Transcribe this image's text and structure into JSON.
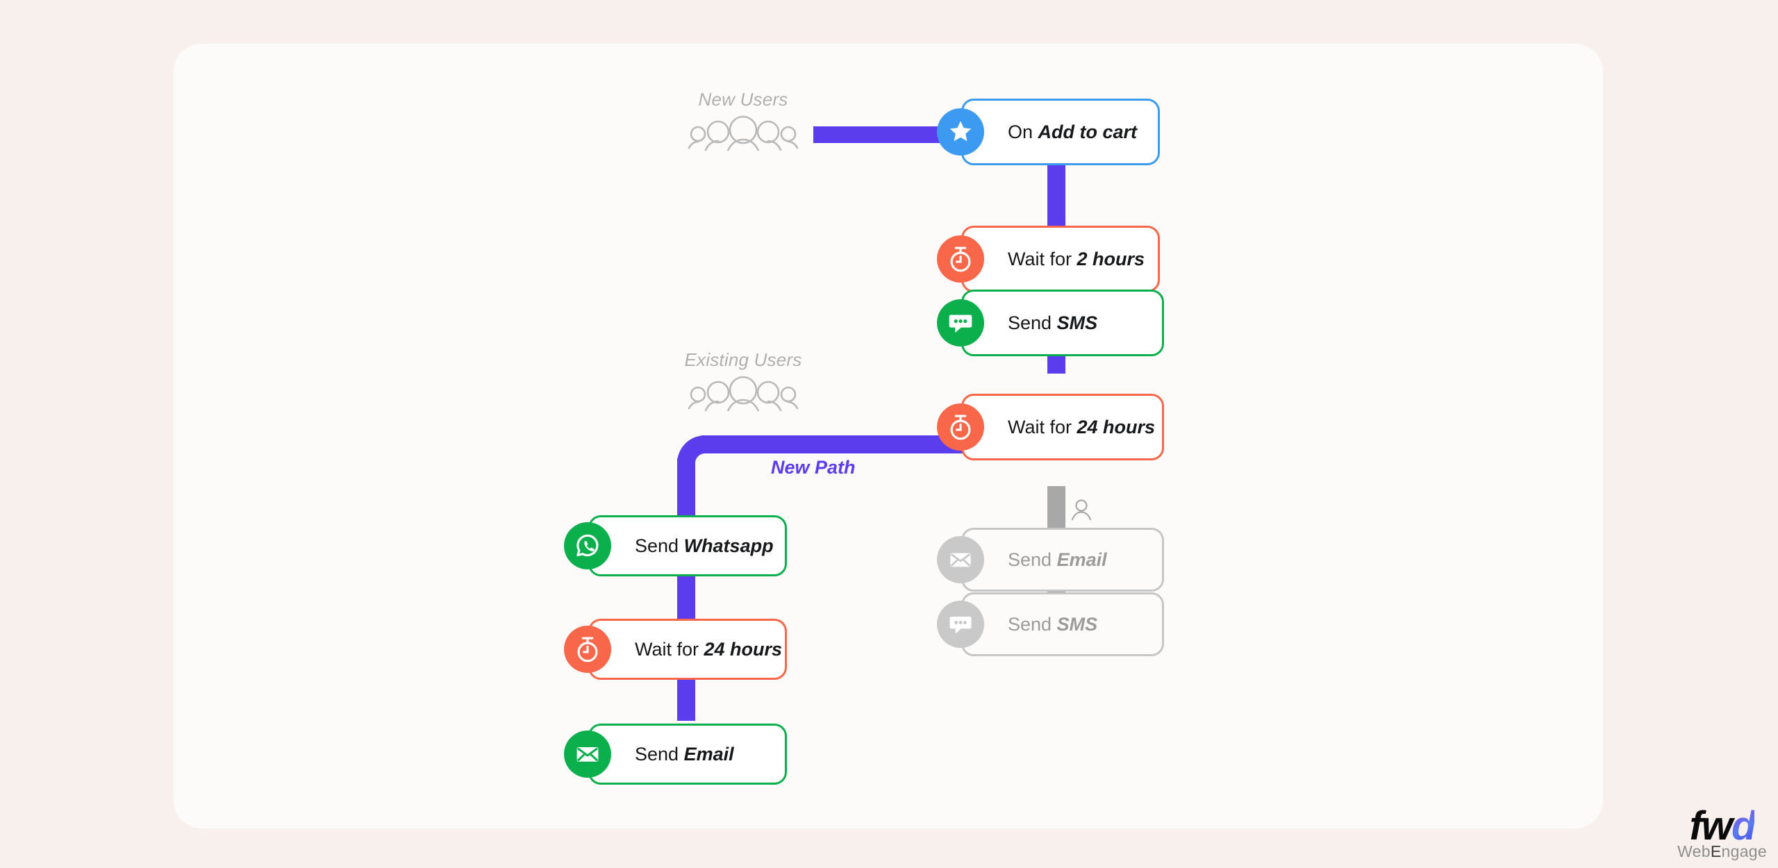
{
  "page": {
    "background_color": "#F7F0EC",
    "card_background": "#FCFBFA"
  },
  "colors": {
    "purple_path": "#5B3DEE",
    "grey_path": "#A8A8A8",
    "trigger_blue": "#3C9BF0",
    "wait_orange": "#F9674A",
    "send_green": "#0BB04D",
    "disabled_grey": "#C6C6C6",
    "muted_text": "#AFAFAF"
  },
  "audiences": [
    {
      "id": "new-users",
      "label": "New Users",
      "icon": "users-group-icon"
    },
    {
      "id": "existing-users",
      "label": "Existing Users",
      "icon": "users-group-icon"
    }
  ],
  "path_labels": [
    {
      "id": "new-path",
      "label": "New Path",
      "color": "#5B3DEE"
    }
  ],
  "main_flow": [
    {
      "id": "trigger-add-to-cart",
      "prefix": "On ",
      "emphasis": "Add to cart",
      "kind": "trigger",
      "icon": "star-icon",
      "color": "#3C9BF0",
      "state": "active"
    },
    {
      "id": "wait-2-hours",
      "prefix": "Wait for ",
      "emphasis": "2 hours",
      "kind": "wait",
      "icon": "stopwatch-icon",
      "color": "#F9674A",
      "state": "active"
    },
    {
      "id": "send-sms-1",
      "prefix": "Send ",
      "emphasis": "SMS",
      "kind": "send",
      "icon": "sms-chat-icon",
      "color": "#0BB04D",
      "state": "active"
    },
    {
      "id": "wait-24-hours-main",
      "prefix": "Wait for ",
      "emphasis": "24 hours",
      "kind": "wait",
      "icon": "stopwatch-icon",
      "color": "#F9674A",
      "state": "active"
    },
    {
      "id": "send-email-disabled",
      "prefix": "Send ",
      "emphasis": "Email",
      "kind": "send",
      "icon": "envelope-icon",
      "color": "#C6C6C6",
      "state": "disabled"
    },
    {
      "id": "send-sms-disabled",
      "prefix": "Send ",
      "emphasis": "SMS",
      "kind": "send",
      "icon": "sms-chat-icon",
      "color": "#C6C6C6",
      "state": "disabled"
    }
  ],
  "new_path_flow": [
    {
      "id": "send-whatsapp",
      "prefix": "Send ",
      "emphasis": "Whatsapp",
      "kind": "send",
      "icon": "whatsapp-icon",
      "color": "#0BB04D",
      "state": "active"
    },
    {
      "id": "wait-24-hours-new",
      "prefix": "Wait for ",
      "emphasis": "24 hours",
      "kind": "wait",
      "icon": "stopwatch-icon",
      "color": "#F9674A",
      "state": "active"
    },
    {
      "id": "send-email-new",
      "prefix": "Send ",
      "emphasis": "Email",
      "kind": "send",
      "icon": "envelope-icon",
      "color": "#0BB04D",
      "state": "active"
    }
  ],
  "branch_markers": [
    {
      "id": "branch-user-1",
      "icon": "person-icon"
    },
    {
      "id": "branch-user-2",
      "icon": "person-icon"
    }
  ],
  "logo": {
    "mark_left": "fw",
    "mark_right": "d",
    "wordmark_pre": "Web",
    "wordmark_mid": "E",
    "wordmark_post": "ngage"
  }
}
